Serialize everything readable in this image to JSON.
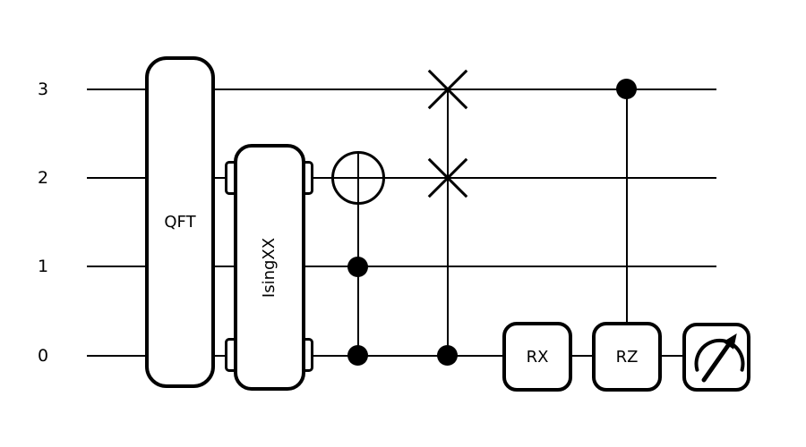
{
  "figure": {
    "background": "#ffffff",
    "stroke_color": "#000000",
    "type": "quantum-circuit"
  },
  "wires": [
    {
      "label": "3"
    },
    {
      "label": "2"
    },
    {
      "label": "1"
    },
    {
      "label": "0"
    }
  ],
  "gates": [
    {
      "name": "QFT",
      "label": "QFT",
      "type": "multi-qubit-box",
      "wires": [
        3,
        2,
        1,
        0
      ]
    },
    {
      "name": "IsingXX",
      "label": "IsingXX",
      "type": "multi-qubit-box-notched",
      "wires": [
        2,
        0
      ]
    },
    {
      "name": "Toffoli",
      "label": "",
      "type": "controlled-not",
      "target_wire": 2,
      "control_wires": [
        1,
        0
      ]
    },
    {
      "name": "CSWAP",
      "label": "",
      "type": "controlled-swap",
      "swap_wires": [
        3,
        2
      ],
      "control_wires": [
        0
      ]
    },
    {
      "name": "RX",
      "label": "RX",
      "type": "single-qubit-box",
      "wires": [
        0
      ]
    },
    {
      "name": "CRZ",
      "label": "RZ",
      "type": "controlled-box",
      "wires": [
        0
      ],
      "control_wires": [
        3
      ]
    },
    {
      "name": "measurement",
      "label": "",
      "type": "measure",
      "wires": [
        0
      ]
    }
  ]
}
